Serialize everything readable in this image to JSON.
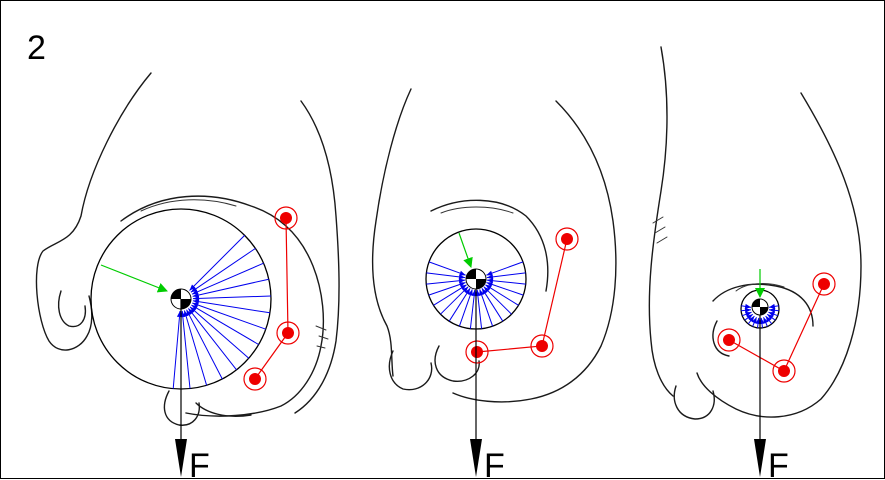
{
  "figure": {
    "number": "2",
    "force_label": "F",
    "colors": {
      "contact_normals": "#0000ee",
      "finger_linkage": "#ee0000",
      "approach_vector": "#00cc00",
      "outline": "#1a1a1a"
    },
    "panels": [
      {
        "id": "large-object",
        "force_label_key": "force_label"
      },
      {
        "id": "medium-object",
        "force_label_key": "force_label"
      },
      {
        "id": "small-object",
        "force_label_key": "force_label"
      }
    ]
  }
}
